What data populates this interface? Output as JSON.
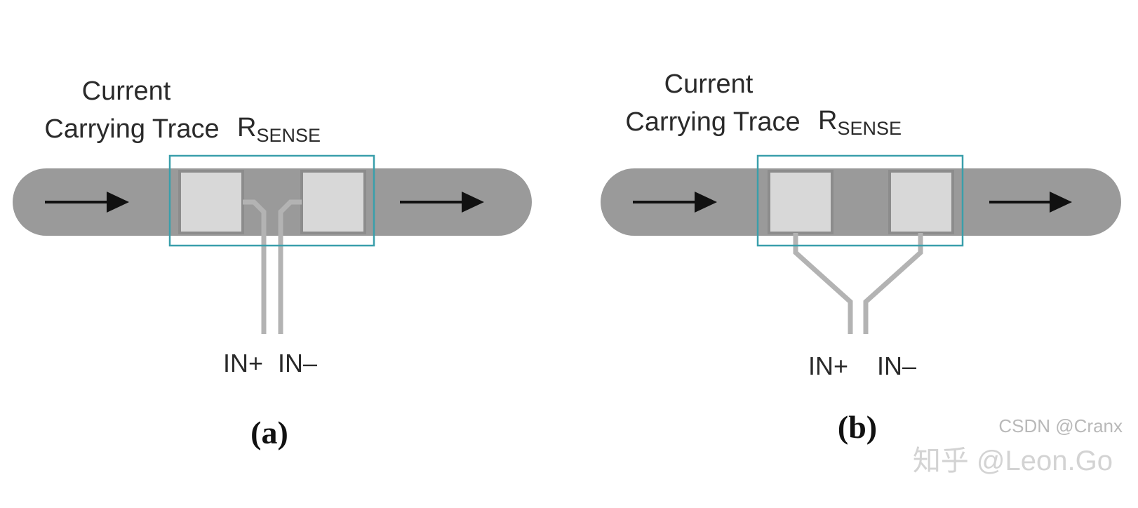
{
  "figure_a": {
    "trace_label_line1": "Current",
    "trace_label_line2": "Carrying Trace",
    "rsense_main": "R",
    "rsense_sub": "SENSE",
    "pin_plus": "IN+",
    "pin_minus": "IN–",
    "caption": "(a)"
  },
  "figure_b": {
    "trace_label_line1": "Current",
    "trace_label_line2": "Carrying Trace",
    "rsense_main": "R",
    "rsense_sub": "SENSE",
    "pin_plus": "IN+",
    "pin_minus": "IN–",
    "caption": "(b)"
  },
  "watermarks": {
    "csdn": "CSDN @Cranx",
    "zhihu": "知乎 @Leon.Go"
  },
  "colors": {
    "trace": "#9a9a9a",
    "pad_fill": "#d8d8d8",
    "pad_edge": "#8c8c8c",
    "sense_trace": "#b3b3b3",
    "resistor_outline": "#3a9fab",
    "arrow": "#111111"
  }
}
